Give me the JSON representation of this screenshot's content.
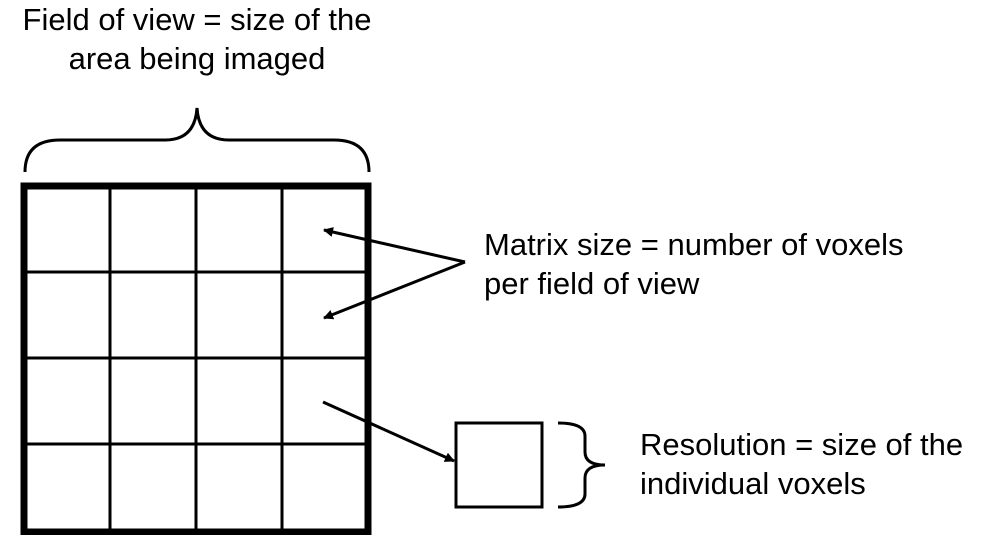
{
  "labels": {
    "field_of_view": {
      "line1": "Field of view = size of the",
      "line2": "area being imaged"
    },
    "matrix_size": {
      "line1": "Matrix size = number of voxels",
      "line2": "per field of view"
    },
    "resolution": {
      "line1": "Resolution = size of the",
      "line2": "individual voxels"
    }
  },
  "grid": {
    "rows": 4,
    "columns": 4
  },
  "colors": {
    "stroke": "#000000",
    "background": "#ffffff"
  }
}
